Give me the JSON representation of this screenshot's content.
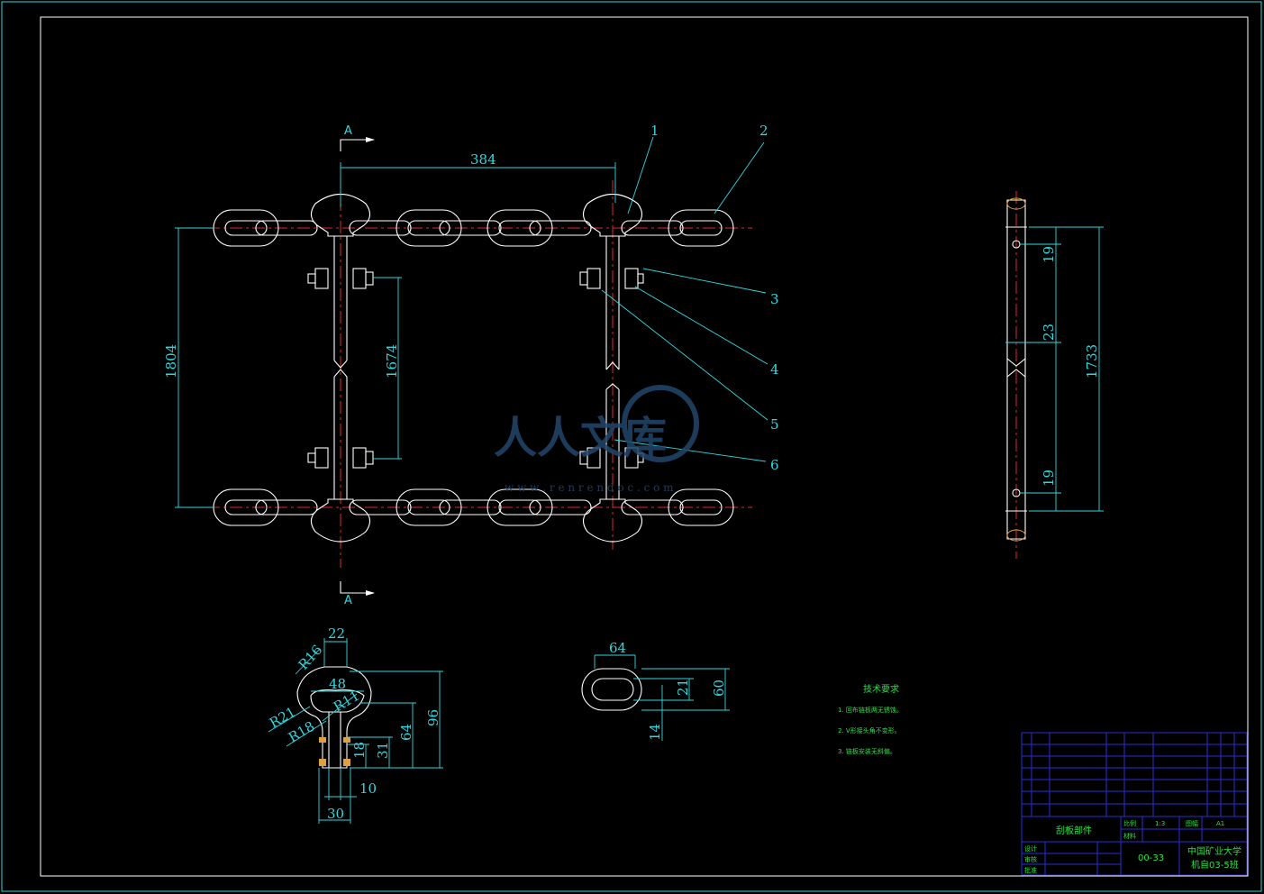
{
  "drawing": {
    "section_marker": "A",
    "dims_main": {
      "width_top": "384",
      "height_left": "1804",
      "height_inner": "1674"
    },
    "callouts": [
      "1",
      "2",
      "3",
      "4",
      "5",
      "6"
    ],
    "side_view": {
      "d_top": "19",
      "d_mid": "23",
      "d_bottom": "19",
      "total": "1733"
    },
    "tee_detail": {
      "d22": "22",
      "r16": "R16",
      "d48": "48",
      "r11": "R11",
      "r21": "R21",
      "r18": "R18",
      "d96": "96",
      "d64": "64",
      "d31": "31",
      "d18": "18",
      "d10": "10",
      "d30": "30"
    },
    "link_detail": {
      "d64": "64",
      "d21": "21",
      "d60": "60",
      "d14": "14"
    }
  },
  "tech_requirements": {
    "title": "技术要求",
    "items": [
      "1. 回布链板两无锈蚀。",
      "2. V形接头角不变形。",
      "3. 链板安装无斜偏。"
    ]
  },
  "title_block": {
    "part_name": "刮板部件",
    "drawing_no": "00-33",
    "school": "中国矿业大学",
    "class": "机自03-5班",
    "scale_label": "比例",
    "scale": "1:3",
    "sheet_label": "图幅",
    "sheet": "A1",
    "material_label": "材料",
    "design_label": "设计",
    "check_label": "审核",
    "approve_label": "批准"
  },
  "watermark": {
    "text": "人人文库",
    "url": "w w w . r e n r e n d o c . c o m"
  },
  "colors": {
    "background": "#000000",
    "line": "#ffffff",
    "center": "#e0282a",
    "dimension": "#2fd8e0",
    "table": "#2b2bd8",
    "text_green": "#28e040"
  }
}
